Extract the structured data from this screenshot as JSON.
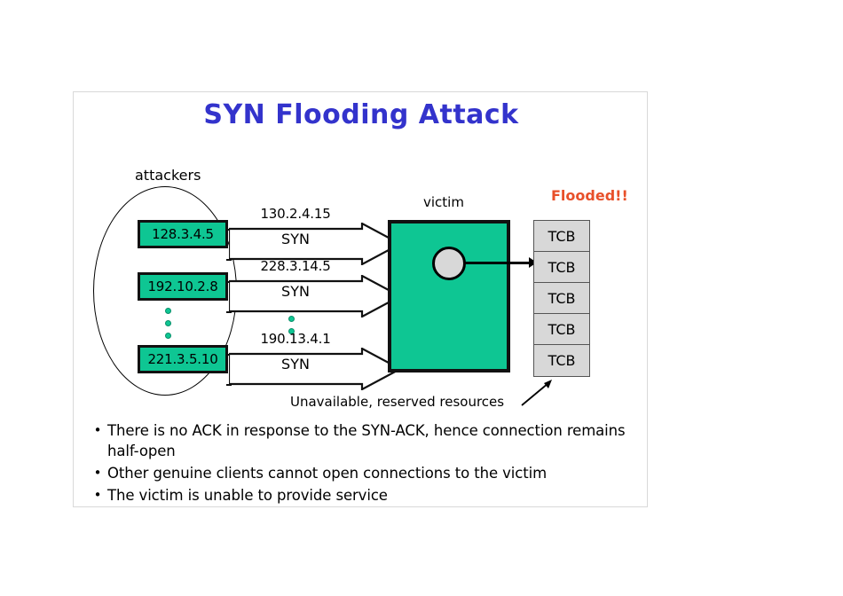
{
  "slide": {
    "title": "SYN Flooding Attack"
  },
  "diagram": {
    "attackers_label": "attackers",
    "victim_label": "victim",
    "flooded_label": "Flooded!!",
    "resources_caption": "Unavailable, reserved resources",
    "attackers": [
      {
        "ip": "128.3.4.5"
      },
      {
        "ip": "192.10.2.8"
      },
      {
        "ip": "221.3.5.10"
      }
    ],
    "flows": [
      {
        "spoofed_ip": "130.2.4.15",
        "packet": "SYN"
      },
      {
        "spoofed_ip": "228.3.14.5",
        "packet": "SYN"
      },
      {
        "spoofed_ip": "190.13.4.1",
        "packet": "SYN"
      }
    ],
    "tcb_entries": [
      "TCB",
      "TCB",
      "TCB",
      "TCB",
      "TCB"
    ],
    "ellipsis_dots": 3,
    "colors": {
      "title": "#3333CC",
      "node_fill": "#0EC693",
      "flooded": "#E8502A",
      "tcb_fill": "#D8D8D8",
      "circle_fill": "#D8D8D8"
    }
  },
  "bullets": {
    "marker": "•",
    "items": [
      "There is no ACK in response to the SYN-ACK, hence connection remains half-open",
      "Other genuine clients cannot open connections to the victim",
      "The victim is unable to provide service"
    ]
  }
}
